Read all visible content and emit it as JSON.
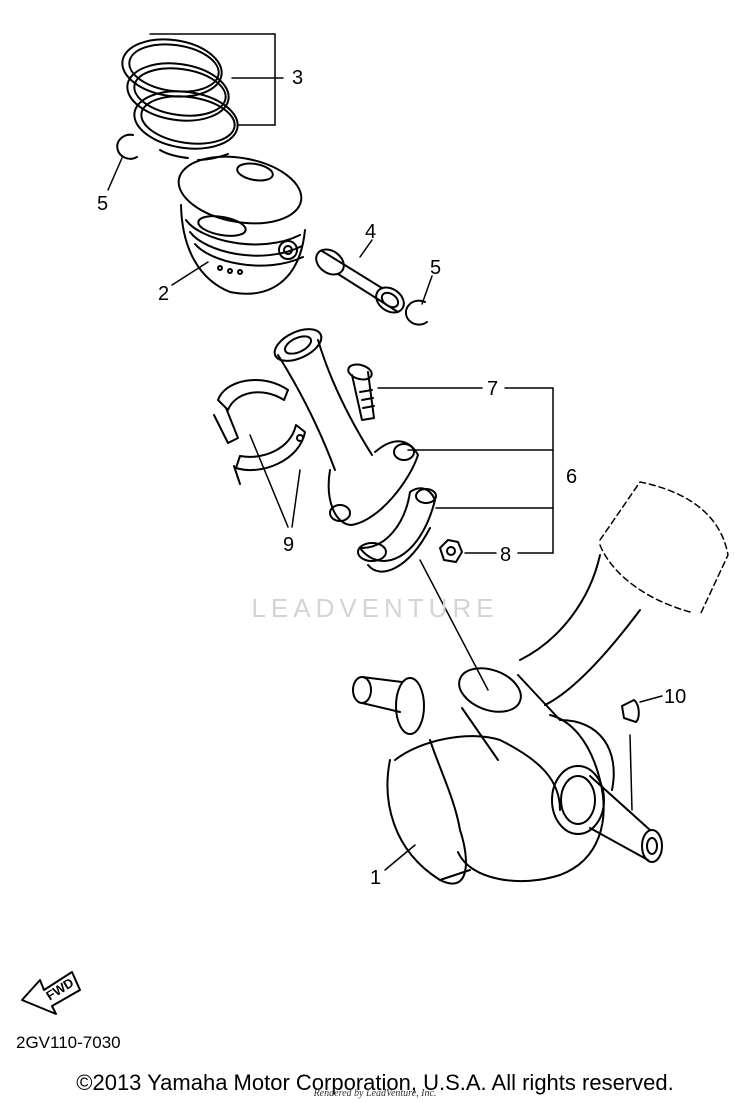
{
  "callouts": {
    "c1": "1",
    "c2": "2",
    "c3": "3",
    "c4": "4",
    "c5a": "5",
    "c5b": "5",
    "c6": "6",
    "c7": "7",
    "c8": "8",
    "c9": "9",
    "c10": "10"
  },
  "watermark": "LEADVENTURE",
  "fwd_label": "FWD",
  "reference_code": "2GV110-7030",
  "copyright": "©2013 Yamaha Motor Corporation, U.S.A. All rights reserved.",
  "rendered_by": "Rendered by LeadVenture, Inc.",
  "colors": {
    "line": "#000000",
    "watermark": "#d4d4d4",
    "background": "#ffffff"
  }
}
